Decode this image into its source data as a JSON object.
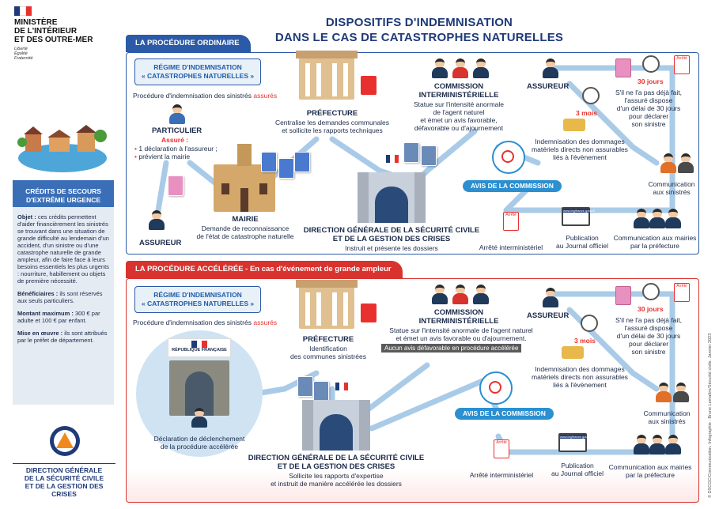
{
  "header": {
    "ministry": [
      "MINISTÈRE",
      "DE L'INTÉRIEUR",
      "ET DES OUTRE-MER"
    ],
    "motto": [
      "Liberté",
      "Égalité",
      "Fraternité"
    ],
    "title_line1": "DISPOSITIFS D'INDEMNISATION",
    "title_line2": "DANS LE CAS DE CATASTROPHES NATURELLES"
  },
  "sidebar": {
    "heading": "CRÉDITS DE SECOURS D'EXTRÊME URGENCE",
    "objet_label": "Objet :",
    "objet_text": "ces crédits permettent d'aider financièrement les sinistrés se trouvant dans une situation de grande difficulté au lendemain d'un accident, d'un sinistre ou d'une catastrophe naturelle de grande ampleur, afin de faire face à leurs besoins essentiels les plus urgents : nourriture, habillement ou objets de première nécessité.",
    "beneficiaires_label": "Bénéficiaires :",
    "beneficiaires_text": "ils sont réservés aux seuls particuliers.",
    "montant_label": "Montant maximum :",
    "montant_text": "300 € par adulte et 100 € par enfant.",
    "mise_label": "Mise en œuvre :",
    "mise_text": "ils sont attribués par le préfet de département.",
    "footer": [
      "DIRECTION GÉNÉRALE",
      "DE LA SÉCURITÉ CIVILE",
      "ET DE LA GESTION DES CRISES"
    ]
  },
  "ordinaire": {
    "tab": "LA PROCÉDURE ORDINAIRE",
    "regime": [
      "RÉGIME D'INDEMNISATION",
      "« CATASTROPHES NATURELLES »"
    ],
    "procedure_text": "Procédure d'indemnisation des sinistrés",
    "procedure_accent": "assurés",
    "particulier": "PARTICULIER",
    "assure": "Assuré :",
    "assure_items": [
      "1 déclaration à l'assureur ;",
      "prévient la mairie"
    ],
    "assureur_left": "ASSUREUR",
    "mairie": "MAIRIE",
    "mairie_desc": [
      "Demande de reconnaissance",
      "de l'état de catastrophe naturelle"
    ],
    "prefecture": "PRÉFECTURE",
    "prefecture_desc": [
      "Centralise les demandes communales",
      "et sollicite les rapports techniques"
    ],
    "commission": [
      "COMMISSION",
      "INTERMINISTÉRIELLE"
    ],
    "commission_desc": [
      "Statue sur l'intensité anormale",
      "de l'agent naturel",
      "et émet un avis favorable,",
      "défavorable ou d'ajournement"
    ],
    "dgscgc": [
      "DIRECTION GÉNÉRALE DE LA SÉCURITÉ CIVILE",
      "ET DE LA GESTION DES CRISES"
    ],
    "dgscgc_desc": "Instruit et présente les dossiers",
    "avis": "AVIS DE LA COMMISSION",
    "arrete_label": "Arrêté",
    "arrete": "Arrêté interministériel",
    "journal": [
      "Publication",
      "au Journal officiel"
    ],
    "journal_url": "www.legifrance.gouv.fr",
    "communication_mairies": [
      "Communication aux mairies",
      "par la préfecture"
    ],
    "communication_sinistres": [
      "Communication",
      "aux sinistrés"
    ],
    "assureur_right": "ASSUREUR",
    "trois_mois": "3 mois",
    "indemnisation": [
      "Indemnisation des dommages",
      "matériels directs non assurables",
      "liés à l'évènement"
    ],
    "trente_jours": "30 jours",
    "delai": [
      "S'il ne l'a pas déjà fait,",
      "l'assuré dispose",
      "d'un délai de 30 jours",
      "pour déclarer",
      "son sinistre"
    ]
  },
  "acceleree": {
    "tab": "LA PROCÉDURE ACCÉLÉRÉE - En cas d'événement de grande ampleur",
    "regime": [
      "RÉGIME D'INDEMNISATION",
      "« CATASTROPHES NATURELLES »"
    ],
    "procedure_text": "Procédure d'indemnisation des sinistrés",
    "procedure_accent": "assurés",
    "republique": "RÉPUBLIQUE FRANÇAISE",
    "declaration": [
      "Déclaration de déclenchement",
      "de la procédure accélérée"
    ],
    "prefecture": "PRÉFECTURE",
    "prefecture_desc": [
      "Identification",
      "des communes sinistrées"
    ],
    "commission": [
      "COMMISSION",
      "INTERMINISTÉRIELLE"
    ],
    "commission_desc": [
      "Statue sur l'intensité anormale de l'agent naturel",
      "et émet un avis favorable ou d'ajournement."
    ],
    "no_defavorable": "Aucun avis défavorable en procédure accélérée",
    "dgscgc": [
      "DIRECTION GÉNÉRALE DE LA SÉCURITÉ CIVILE",
      "ET DE LA GESTION DES CRISES"
    ],
    "dgscgc_desc": [
      "Sollicite les rapports d'expertise",
      "et instruit de manière accélérée les dossiers"
    ],
    "avis": "AVIS DE LA COMMISSION",
    "arrete_label": "Arrêté",
    "arrete": "Arrêté interministériel",
    "journal": [
      "Publication",
      "au Journal officiel"
    ],
    "journal_url": "www.legifrance.gouv.fr",
    "communication_mairies": [
      "Communication aux mairies",
      "par la préfecture"
    ],
    "communication_sinistres": [
      "Communication",
      "aux sinistrés"
    ],
    "assureur_right": "ASSUREUR",
    "trois_mois": "3 mois",
    "indemnisation": [
      "Indemnisation des dommages",
      "matériels directs non assurables",
      "liés à l'évènement"
    ],
    "trente_jours": "30 jours",
    "delai": [
      "S'il ne l'a pas déjà fait,",
      "l'assuré dispose",
      "d'un délai de 30 jours",
      "pour déclarer",
      "son sinistre"
    ]
  },
  "credit": "© DSCGC/Communication. Infographie : Brune Lemaître/Sécurité civile. Janvier 2023",
  "colors": {
    "navy": "#1f3a78",
    "blue": "#2b5aa8",
    "red": "#d8332f",
    "light": "#2b8fd0"
  }
}
